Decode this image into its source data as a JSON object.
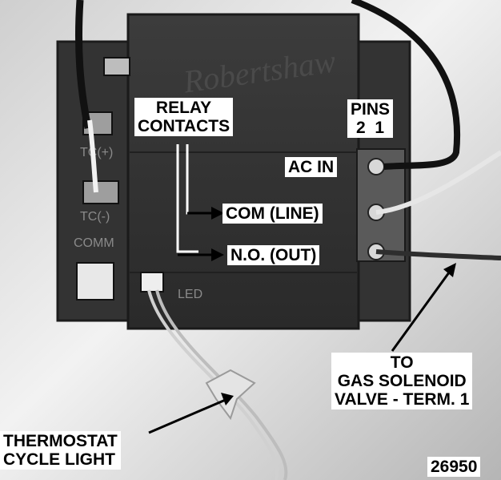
{
  "callouts": {
    "relay_contacts": [
      "RELAY",
      "CONTACTS"
    ],
    "pins_title": "PINS",
    "pins_numbers": "2  1",
    "ac_in": "AC IN",
    "com_line": "COM (LINE)",
    "no_out": "N.O. (OUT)",
    "gas_solenoid": [
      "TO",
      "GAS SOLENOID",
      "VALVE - TERM. 1"
    ],
    "thermostat": [
      "THERMOSTAT",
      "CYCLE LIGHT"
    ]
  },
  "board_marks": {
    "brand": "Robertshaw",
    "tc_plus": "TC(+)",
    "tc_minus": "TC(-)",
    "comm": "COMM",
    "led": "LED"
  },
  "figure_number": "26950",
  "colors": {
    "label_bg": "#ffffff",
    "label_text": "#000000",
    "module": "#3a3a3a",
    "panel": "#d6d6d6"
  }
}
